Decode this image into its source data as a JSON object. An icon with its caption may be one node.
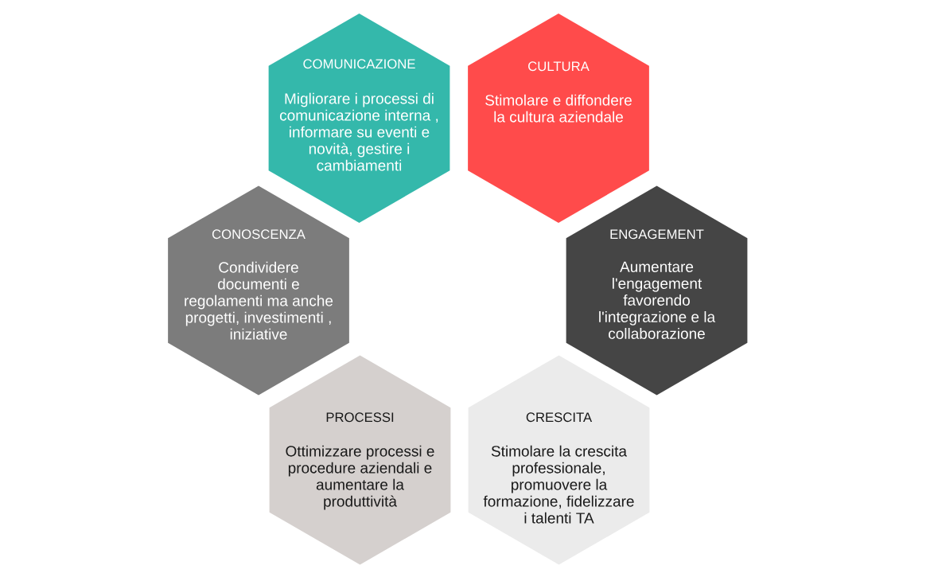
{
  "diagram": {
    "nodes": [
      {
        "text": [
          "COMUNICAZIONE",
          "Migliorare i processi di comunicazione interna , informare su eventi e novità, gestire i cambiamenti"
        ]
      },
      {
        "text": [
          "CULTURA",
          "Stimolare e diffondere la cultura aziendale"
        ]
      },
      {
        "text": [
          "CONOSCENZA",
          "Condividere documenti e regolamenti ma anche progetti, investimenti , iniziative"
        ]
      },
      {
        "text": [
          "ENGAGEMENT",
          "Aumentare l'engagement favorendo l'integrazione e la collaborazione"
        ]
      },
      {
        "text": [
          "PROCESSI",
          "Ottimizzare processi e procedure aziendali e aumentare la produttività"
        ]
      },
      {
        "text": [
          "CRESCITA",
          "Stimolare la crescita professionale, promuovere la formazione, fidelizzare i talenti TA"
        ]
      }
    ]
  }
}
